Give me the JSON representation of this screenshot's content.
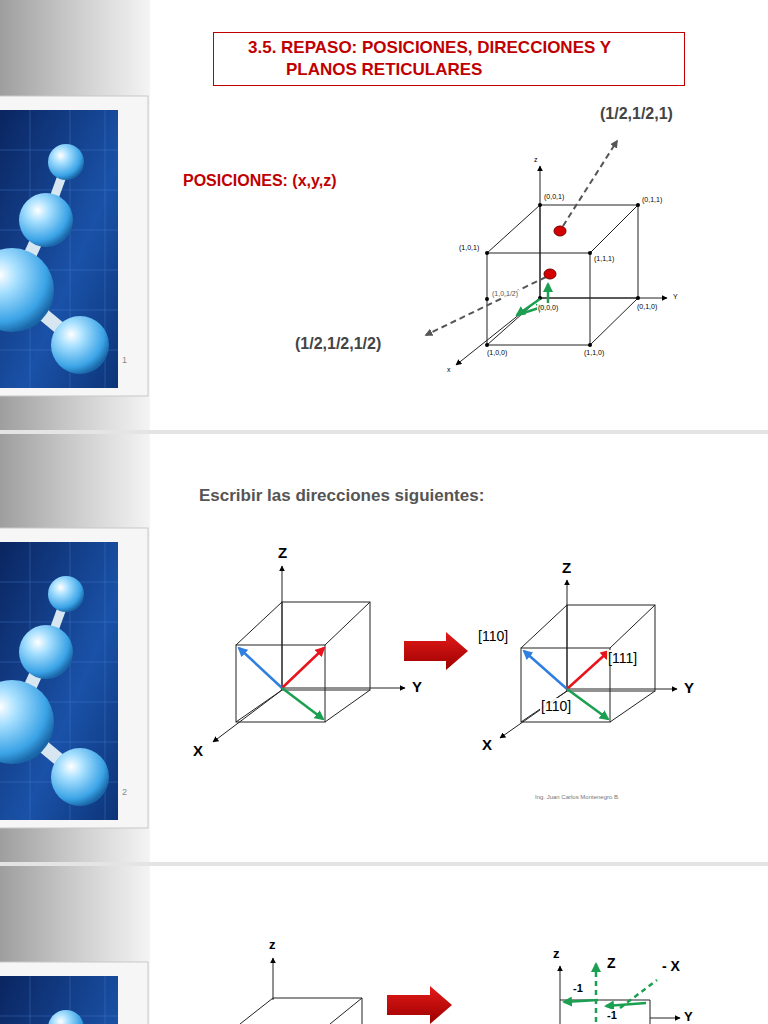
{
  "diagram": {
    "nodes": [
      {
        "text": [
          "3.5. REPASO: POSICIONES, DIRECCIONES Y PLANOS RETICULARES"
        ]
      }
    ],
    "labels": [
      "(1/2,1/2,1)",
      "POSICIONES: (x,y,z)",
      "z",
      "(0,0,1)",
      "(0,1,1)",
      "(1,0,1)",
      "(1,1,1)",
      "(1,0,1/2)",
      "(0,0,0)",
      "Y",
      "(0,1,0)",
      "(1,0,0)",
      "(1,1,0)",
      "x",
      "(1/2,1/2,1/2)",
      "1",
      "Escribir las direcciones siguientes:",
      "Z",
      "Z",
      "[110]",
      "[111]",
      "Y",
      "Y",
      "[110]",
      "X",
      "X",
      "2",
      "Ing. Juan Carlos Montenegro B.",
      "z",
      "z",
      "Z",
      "- X",
      "-1",
      "-1",
      "Y"
    ]
  }
}
